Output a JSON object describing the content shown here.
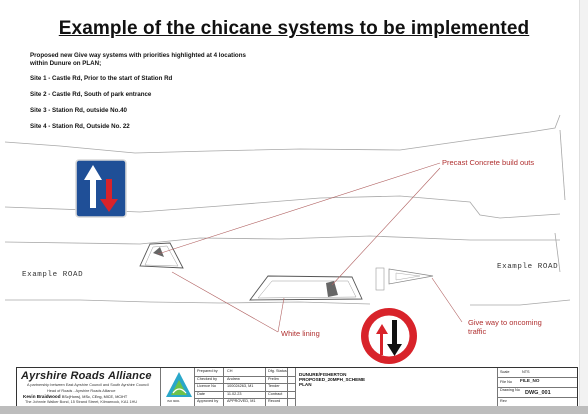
{
  "title": "Example of the chicane systems to be implemented",
  "intro": "Proposed new Give way systems with priorities highlighted at 4 locations within Dunure on PLAN;",
  "sites": [
    "Site 1 - Castle Rd, Prior to the start of Station Rd",
    "Site 2 - Castle Rd, South of park entrance",
    "Site 3  - Station Rd, outside No.40",
    "Site 4 - Station Rd, Outside No. 22"
  ],
  "annotations": {
    "precast": "Precast Concrete build outs",
    "white_lining": "White lining",
    "give_way": "Give way to oncoming traffic"
  },
  "road_labels": [
    "Example ROAD",
    "Example ROAD"
  ],
  "colors": {
    "sign_blue": "#1f4f97",
    "sign_red": "#d8232a",
    "annotation": "#b03030"
  },
  "title_block": {
    "brand": "Ayrshire Roads Alliance",
    "brand_sub": "A partnership between East Ayrshire Council and South Ayrshire Council",
    "head_lines": [
      "Head of Roads - Ayrshire Roads Alliance"
    ],
    "head_name": "Kevin Braidwood",
    "head_name_tail": "BSc(Hons), MSc, CEng, MICE, MCIHT",
    "address": "The Johnnie Walker Bond, 15 Strand Street, Kilmarnock, KA1 1HU",
    "logo_text": "ISO 9001",
    "fields": [
      {
        "label": "Prepared by",
        "value": "CH"
      },
      {
        "label": "Checked by",
        "value": "Andrew"
      },
      {
        "label": "Licence No",
        "value": "100024263, M1"
      },
      {
        "label": "Date",
        "value": "11.02.23"
      },
      {
        "label": "Approved by",
        "value": "APPROVED, M1"
      }
    ],
    "stages": [
      "Dfg. Status",
      "Prelim",
      "Tender",
      "Contract",
      "Record"
    ],
    "project_lines": [
      "DUNURE/FISHERTON",
      "PROPOSED_20MPH_SCHEME",
      "PLAN"
    ],
    "scale_label": "Scale",
    "scale_value": "NTS",
    "file_label": "File No",
    "file_value": "FILE_NO",
    "drawing_label": "Drawing No",
    "drawing_value": "DWG_001",
    "rev_label": "Rev"
  }
}
